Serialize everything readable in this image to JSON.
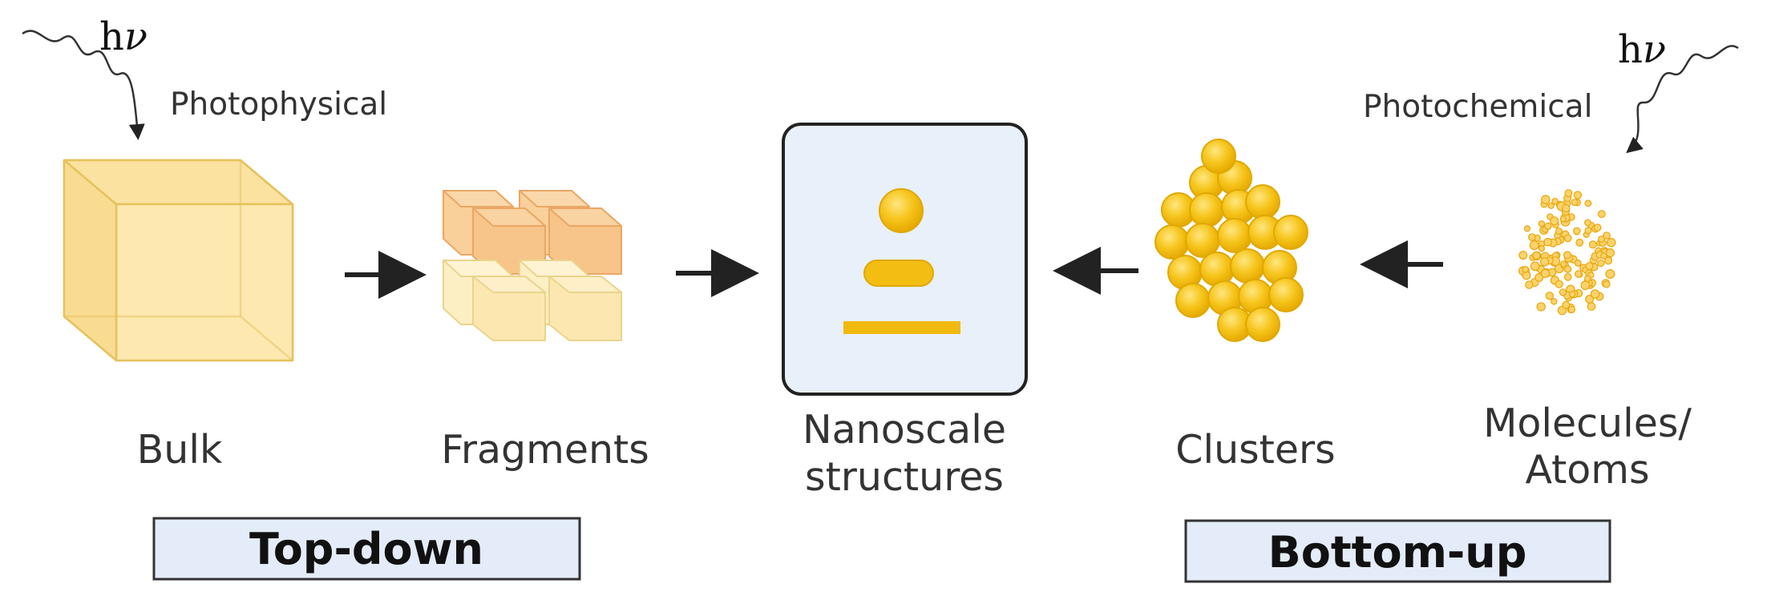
{
  "light_symbol": {
    "h": "h",
    "nu": "ν"
  },
  "annotations": {
    "photophysical": "Photophysical",
    "photochemical": "Photochemical"
  },
  "stages": {
    "bulk": "Bulk",
    "fragments": "Fragments",
    "nanoscale_line1": "Nanoscale",
    "nanoscale_line2": "structures",
    "clusters": "Clusters",
    "molecules_line1": "Molecules/",
    "molecules_line2": "Atoms"
  },
  "approaches": {
    "top_down": "Top-down",
    "bottom_up": "Bottom-up"
  },
  "colors": {
    "gold": "#f5c21a",
    "gold_light": "#fde29a",
    "cube_face": "#fde7a8",
    "cube_edge": "#e6c25c",
    "fragment_orange": "#f7c48a",
    "panel_fill": "#e8f0fa",
    "label_box_fill": "#e3ecf8",
    "arrow": "#222222"
  }
}
